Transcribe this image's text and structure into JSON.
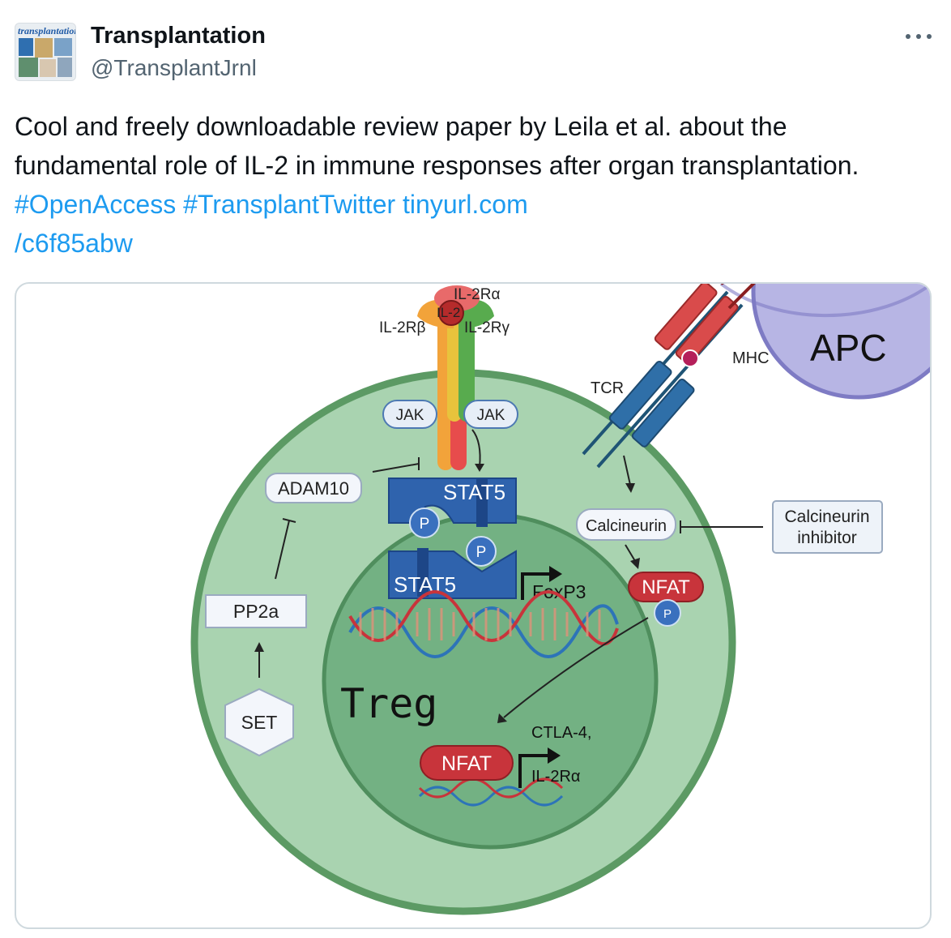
{
  "tweet": {
    "display_name": "Transplantation",
    "handle": "@TransplantJrnl",
    "avatar_brand": "transplantation",
    "text_plain": "Cool and freely downloadable review paper by Leila et al. about the fundamental role of IL-2 in immune responses after organ transplantation. ",
    "hashtag_1": "#OpenAccess",
    "hashtag_2": "#TransplantTwitter",
    "link_part1": "tinyurl.com",
    "link_part2": "/c6f85abw"
  },
  "diagram": {
    "il2ra": "IL-2Rα",
    "il2": "IL-2",
    "il2rb": "IL-2Rβ",
    "il2rg": "IL-2Rγ",
    "jak_left": "JAK",
    "jak_right": "JAK",
    "adam10": "ADAM10",
    "stat5_top": "STAT5",
    "stat5_bottom": "STAT5",
    "p": "P",
    "foxp3": "FoxP3",
    "pp2a": "PP2a",
    "set": "SET",
    "treg": "Treg",
    "calcineurin": "Calcineurin",
    "calcineurin_inhibitor_line1": "Calcineurin",
    "calcineurin_inhibitor_line2": "inhibitor",
    "nfat": "NFAT",
    "ctla4": "CTLA-4,",
    "il2ra_gene": "IL-2Rα",
    "tcr": "TCR",
    "mhc": "MHC",
    "apc": "APC"
  },
  "colors": {
    "link": "#1d9bf0",
    "outer_cell": "#a9d3b0",
    "nucleus": "#73b183",
    "stat5": "#2f63ad",
    "nfat": "#c8343b",
    "apc": "#b7b5e4"
  }
}
